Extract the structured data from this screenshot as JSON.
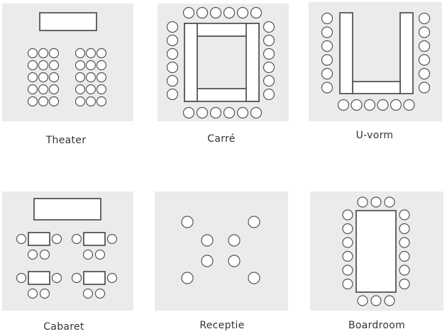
{
  "layouts": [
    {
      "id": "theater",
      "label": "Theater"
    },
    {
      "id": "carre",
      "label": "Carré"
    },
    {
      "id": "u-vorm",
      "label": "U-vorm"
    },
    {
      "id": "cabaret",
      "label": "Cabaret"
    },
    {
      "id": "receptie",
      "label": "Receptie"
    },
    {
      "id": "boardroom",
      "label": "Boardroom"
    }
  ],
  "colors": {
    "panel": "#ebebeb",
    "stroke": "#555555",
    "fill": "#ffffff",
    "text": "#333333"
  }
}
